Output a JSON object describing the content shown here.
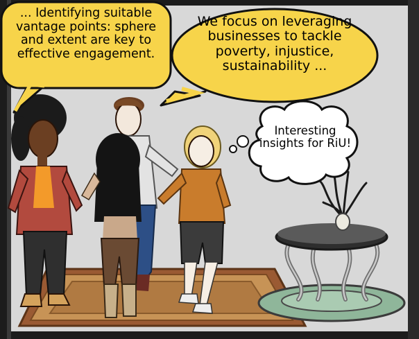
{
  "scene": {
    "colors": {
      "wall": "#d8d8d8",
      "floor": "#9d9d9d",
      "frame": "#1c1c1c",
      "bubble": "#f7d44a",
      "thought": "#ffffff",
      "rug": "#9a5a33",
      "table_top": "#4e4e4e"
    }
  },
  "bubbles": {
    "left_speech": "... Identifying suitable vantage points: sphere and extent are key to effective engagement.",
    "right_speech": "We focus on leveraging businesses to tackle poverty, injustice, sustainability ...",
    "thought": "Interesting insights for RiU!"
  }
}
